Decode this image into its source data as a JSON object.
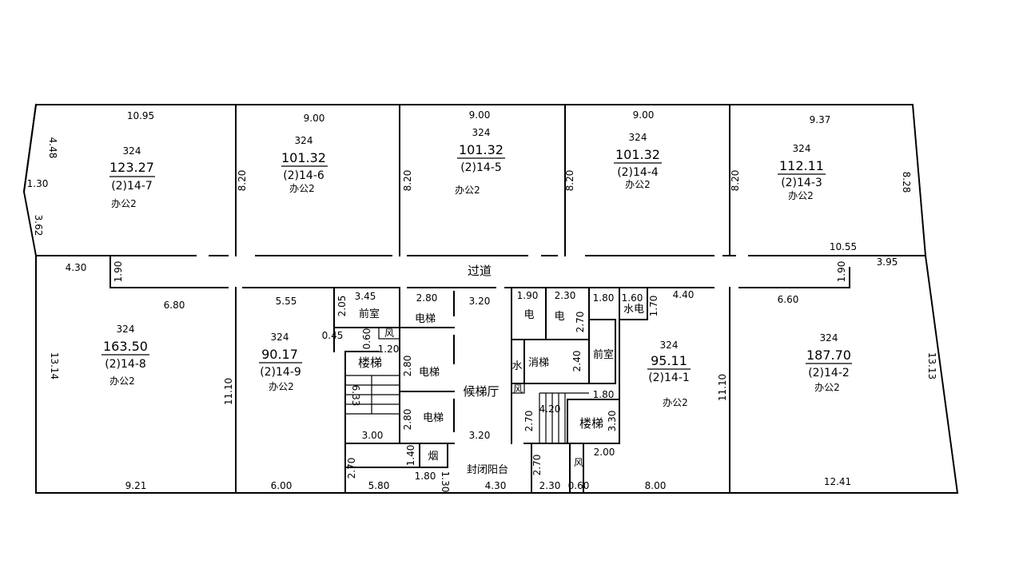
{
  "units": [
    {
      "id": "14-7",
      "code": "324",
      "area": "123.27",
      "number": "(2)14-7",
      "use": "办公2"
    },
    {
      "id": "14-6",
      "code": "324",
      "area": "101.32",
      "number": "(2)14-6",
      "use": "办公2"
    },
    {
      "id": "14-5",
      "code": "324",
      "area": "101.32",
      "number": "(2)14-5",
      "use": "办公2"
    },
    {
      "id": "14-4",
      "code": "324",
      "area": "101.32",
      "number": "(2)14-4",
      "use": "办公2"
    },
    {
      "id": "14-3",
      "code": "324",
      "area": "112.11",
      "number": "(2)14-3",
      "use": "办公2"
    },
    {
      "id": "14-8",
      "code": "324",
      "area": "163.50",
      "number": "(2)14-8",
      "use": "办公2"
    },
    {
      "id": "14-9",
      "code": "324",
      "area": "90.17",
      "number": "(2)14-9",
      "use": "办公2"
    },
    {
      "id": "14-1",
      "code": "324",
      "area": "95.11",
      "number": "(2)14-1",
      "use": "办公2"
    },
    {
      "id": "14-2",
      "code": "324",
      "area": "187.70",
      "number": "(2)14-2",
      "use": "办公2"
    }
  ],
  "rooms": {
    "corridor": "过道",
    "lobby": "候梯厅",
    "balcony": "封闭阳台",
    "stair": "楼梯",
    "vestibule": "前室",
    "elevator": "电梯",
    "fire_elevator": "消梯",
    "water_elec": "水电",
    "wind": "风",
    "smoke": "烟",
    "elec": "电",
    "water": "水"
  },
  "dimensions": {
    "d1095": "10.95",
    "d900": "9.00",
    "d937": "9.37",
    "d448": "4.48",
    "d130": "1.30",
    "d362": "3.62",
    "d820": "8.20",
    "d828": "8.28",
    "d1055": "10.55",
    "d395": "3.95",
    "d430": "4.30",
    "d190": "1.90",
    "d680": "6.80",
    "d555": "5.55",
    "d345": "3.45",
    "d205": "2.05",
    "d280": "2.80",
    "d320": "3.20",
    "d230": "2.30",
    "d180": "1.80",
    "d160": "1.60",
    "d170": "1.70",
    "d440": "4.40",
    "d660": "6.60",
    "d1314": "13.14",
    "d1313": "13.13",
    "d1110": "11.10",
    "d045": "0.45",
    "d060": "0.60",
    "d120": "1.20",
    "d270": "2.70",
    "d240": "2.40",
    "d633": "6.33",
    "d420": "4.20",
    "d330": "3.30",
    "d300": "3.00",
    "d200": "2.00",
    "d140": "1.40",
    "d921": "9.21",
    "d600": "6.00",
    "d580": "5.80",
    "d800": "8.00",
    "d1241": "12.41"
  }
}
